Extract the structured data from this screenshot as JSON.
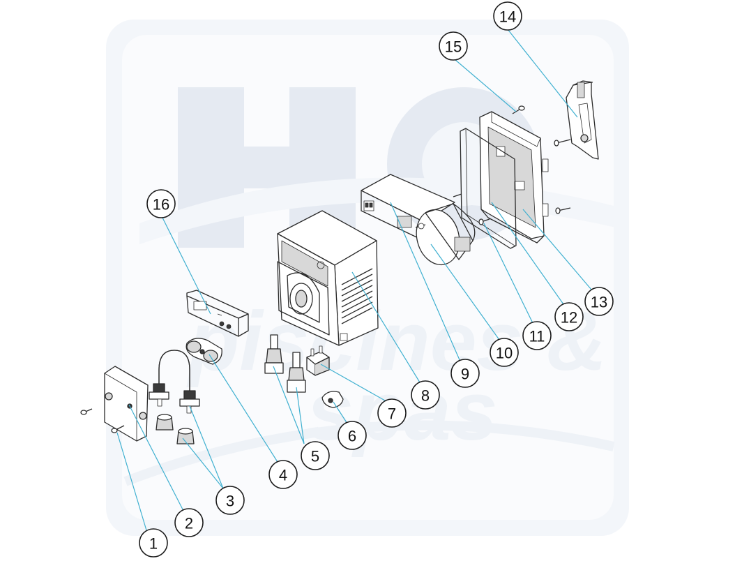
{
  "watermark": {
    "brand": "H2O",
    "text_line_1": "piscines &",
    "text_line_2": "spas",
    "color": "#e9eef5"
  },
  "colors": {
    "leader_line": "#3fb0d0",
    "outline": "#2a2a2a",
    "callout_border": "#1a1a1a"
  },
  "callouts": [
    {
      "id": "1",
      "label": "1"
    },
    {
      "id": "2",
      "label": "2"
    },
    {
      "id": "3",
      "label": "3"
    },
    {
      "id": "4",
      "label": "4"
    },
    {
      "id": "5",
      "label": "5"
    },
    {
      "id": "6",
      "label": "6"
    },
    {
      "id": "7",
      "label": "7"
    },
    {
      "id": "8",
      "label": "8"
    },
    {
      "id": "9",
      "label": "9"
    },
    {
      "id": "10",
      "label": "10"
    },
    {
      "id": "11",
      "label": "11"
    },
    {
      "id": "12",
      "label": "12"
    },
    {
      "id": "13",
      "label": "13"
    },
    {
      "id": "14",
      "label": "14"
    },
    {
      "id": "15",
      "label": "15"
    },
    {
      "id": "16",
      "label": "16"
    }
  ]
}
